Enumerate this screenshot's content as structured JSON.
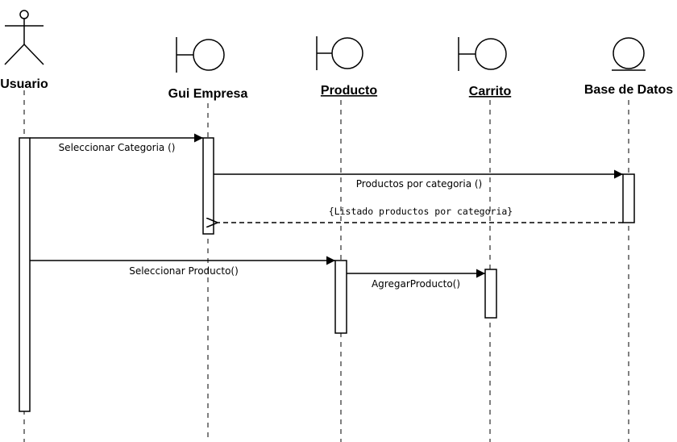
{
  "participants": {
    "usuario": "Usuario",
    "gui": "Gui Empresa",
    "producto": "Producto",
    "carrito": "Carrito",
    "base": "Base de Datos"
  },
  "messages": {
    "m1": "Seleccionar Categoria ()",
    "m2": "Productos por categoria ()",
    "m3": "{Listado productos por categoria}",
    "m4": "Seleccionar Producto()",
    "m5": "AgregarProducto()"
  }
}
